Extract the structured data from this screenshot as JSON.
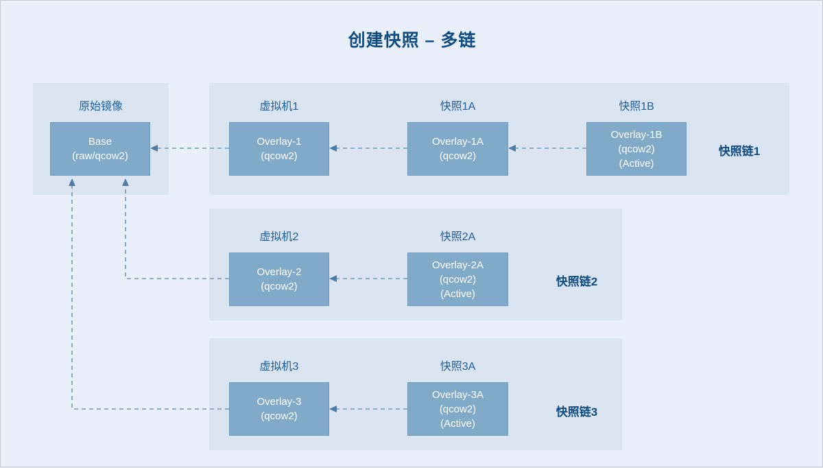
{
  "page": {
    "title": "创建快照 – 多链",
    "background_color": "#e9f0f9",
    "band_color": "#dbe5f1",
    "node_color": "#81a9c8",
    "accent_color": "#0f4c81",
    "connector_color": "#7096b8"
  },
  "base_group": {
    "caption": "原始镜像",
    "node": {
      "line1": "Base",
      "line2": "(raw/qcow2)"
    }
  },
  "chains": [
    {
      "label": "快照链1",
      "nodes": [
        {
          "caption": "虚拟机1",
          "line1": "Overlay-1",
          "line2": "(qcow2)",
          "line3": ""
        },
        {
          "caption": "快照1A",
          "line1": "Overlay-1A",
          "line2": "(qcow2)",
          "line3": ""
        },
        {
          "caption": "快照1B",
          "line1": "Overlay-1B",
          "line2": "(qcow2)",
          "line3": "(Active)"
        }
      ]
    },
    {
      "label": "快照链2",
      "nodes": [
        {
          "caption": "虚拟机2",
          "line1": "Overlay-2",
          "line2": "(qcow2)",
          "line3": ""
        },
        {
          "caption": "快照2A",
          "line1": "Overlay-2A",
          "line2": "(qcow2)",
          "line3": "(Active)"
        }
      ]
    },
    {
      "label": "快照链3",
      "nodes": [
        {
          "caption": "虚拟机3",
          "line1": "Overlay-3",
          "line2": "(qcow2)",
          "line3": ""
        },
        {
          "caption": "快照3A",
          "line1": "Overlay-3A",
          "line2": "(qcow2)",
          "line3": "(Active)"
        }
      ]
    }
  ]
}
